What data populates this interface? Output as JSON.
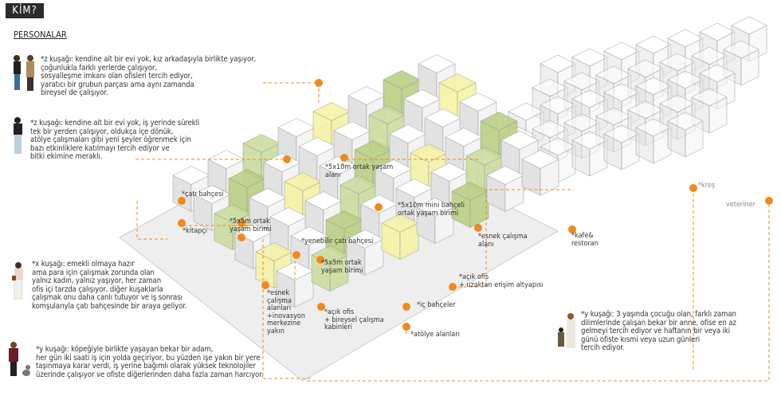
{
  "header": {
    "title": "KİM?",
    "subtitle": "PERSONALAR"
  },
  "personas": [
    {
      "icon": "couple-figure",
      "text": "*z kuşağı: kendine ait bir evi yok, kız arkadaşıyla birlikte yaşıyor,\nçoğunlukla farklı yerlerde çalışıyor,\nsosyalleşme imkanı olan ofisleri tercih ediyor,\nyaratıcı bir grubun parçası ama aynı zamanda\nbireysel de çalışıyor."
    },
    {
      "icon": "woman-figure",
      "text": "*z kuşağı: kendine ait bir evi yok, iş yerinde sürekli\ntek bir yerden çalışıyor, oldukça içe dönük,\natölye çalışmaları gibi yeni şeyler öğrenmek için\nbazı etkinliklere katılmayı tercih ediyor ve\nbitki ekimine meraklı."
    },
    {
      "icon": "older-woman-figure",
      "text": "*x kuşağı: emekli olmaya hazır\nama para için çalışmak zorunda olan\nyalnız kadın, yalnız yaşıyor, her zaman\nofis içi tarzda çalışıyor, diğer kuşaklarla\nçalışmak onu daha canlı tutuyor ve iş sonrası\nkomşularıyla çatı bahçesinde bir araya geliyor."
    },
    {
      "icon": "man-with-dog-figure",
      "text": "*y kuşağı: köpeğiyle birlikte yaşayan bekar bir adam,\nher gün iki saati iş için yolda geçiriyor, bu yüzden işe yakın bir yere\ntaşınmaya karar verdi, iş yerine bağımlı olarak yüksek teknolojiler\nüzerinde çalışıyor ve ofiste diğerlerinden daha fazla zaman harcıyor."
    },
    {
      "icon": "mother-child-figure",
      "text": "*y kuşağı: 3 yaşında çocuğu olan, farklı zaman\n dilimlerinde çalışan bekar bir anne, ofise en az\ngelmeyi tercih ediyor ve haftanın bir veya iki\ngünü ofiste kısmi veya uzun günleri\ntercih ediyor."
    }
  ],
  "labels": {
    "roof_garden": "*çatı bahçesi",
    "bookstore": "*kitapçı",
    "living_5x5_a": "*5x5m ortak\nyaşam birimi",
    "living_5x10": "*5x10m ortak yaşam\nalanı",
    "living_mini_garden": "*5x10m mini bahçeli\nortak yaşam birimi",
    "edible_roof": "*yenebilir çatı bahçesi",
    "living_5x5_b": "*5x5m ortak\nyaşam birimi",
    "flex_work": "*esnek çalışma\nalanı",
    "cafe": "*kafe&\nrestoran",
    "nursery": "*kreş",
    "vet": "veteriner",
    "open_office_remote": "*açık ofis\n+ uzaktan erişim altyapısı",
    "inner_gardens": "*iç bahçeler",
    "open_office_cabins": "*açık ofis\n+ bireysel çalışma\nkabinleri",
    "workshops": "*atölye alanları",
    "flex_innovation": "*esnek\nçalışma\nalanları\n+inovasyon\nmerkezine\nyakın"
  },
  "colors": {
    "accent": "#f08a1c",
    "green": "#a9c46a",
    "yellow": "#f6f2a2",
    "title_bg": "#2b2b2b"
  }
}
